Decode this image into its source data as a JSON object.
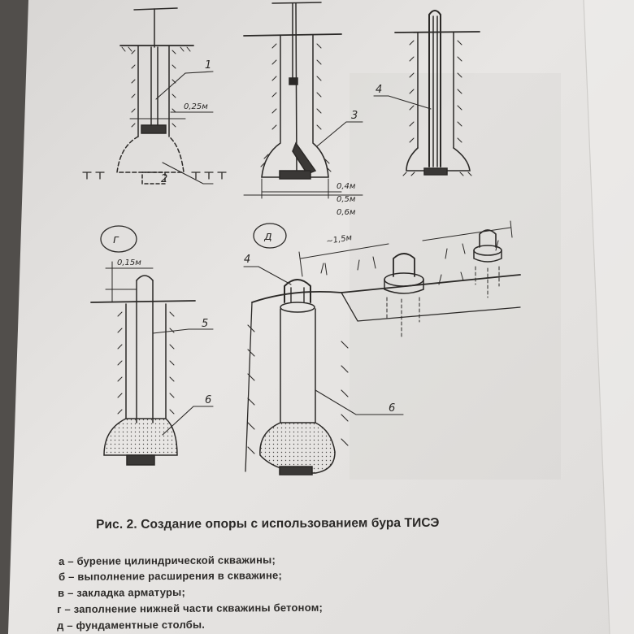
{
  "figure": {
    "panel_letters": [
      "г",
      "д"
    ],
    "callouts": [
      "1",
      "2",
      "3",
      "4",
      "4",
      "5",
      "6",
      "6"
    ],
    "dimensions": {
      "a_diameter": "0,25м",
      "b_widths": [
        "0,4м",
        "0,5м",
        "0,6м"
      ],
      "g_protrusion": "0,15м",
      "d_spacing": "~1,5м"
    }
  },
  "caption": {
    "title": "Рис. 2.  Создание  опоры с использованием бура ТИСЭ",
    "legend": [
      "а – бурение цилиндрической скважины;",
      "б – выполнение расширения в скважине;",
      "в – закладка арматуры;",
      "г – заполнение нижней части скважины бетоном;",
      "д – фундаментные столбы."
    ]
  },
  "colors": {
    "paper": "#e6e4e2",
    "ink": "#2b2927",
    "background": "#4a4845"
  }
}
